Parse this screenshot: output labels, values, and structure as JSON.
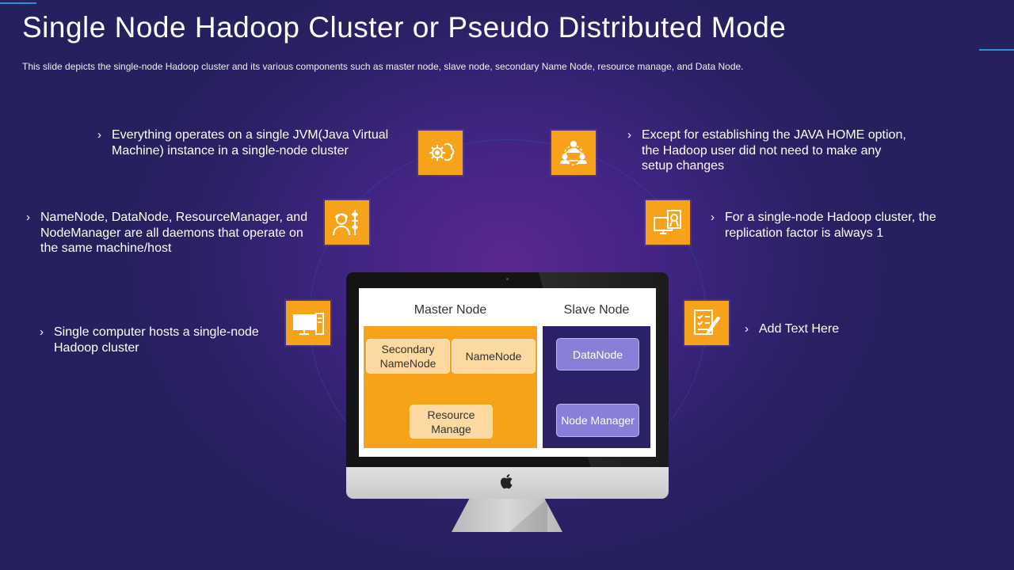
{
  "title": "Single Node Hadoop Cluster or Pseudo Distributed Mode",
  "subtitle": "This slide depicts the single-node  Hadoop cluster and its various  components such as master node, slave node, secondary Name Node, resource manage,  and Data Node.",
  "bullet_char": "›",
  "points": {
    "top_left": "Everything  operates on a single JVM(Java Virtual Machine) instance in a single-node cluster",
    "mid_left": "NameNode, DataNode, ResourceManager,  and NodeManager are all daemons that operate on the same machine/host",
    "bottom_left": "Single computer hosts a single-node Hadoop cluster",
    "top_right": "Except for establishing the JAVA HOME option, the Hadoop user did not need to make any setup changes",
    "mid_right": "For a single-node Hadoop cluster,  the replication factor is always  1",
    "bottom_right": "Add Text Here"
  },
  "icons": {
    "top_left": "gear-brain-icon",
    "top_right": "network-team-icon",
    "mid_left": "worker-settings-icon",
    "mid_right": "certificate-computer-icon",
    "bottom_left": "desktop-computer-icon",
    "bottom_right": "checklist-pen-icon"
  },
  "diagram": {
    "master_label": "Master Node",
    "slave_label": "Slave Node",
    "master_nodes": {
      "secondary_namenode": "Secondary NameNode",
      "namenode": "NameNode",
      "resource_manage": "Resource Manage"
    },
    "slave_nodes": {
      "datanode": "DataNode",
      "node_manager": "Node Manager"
    }
  },
  "colors": {
    "background": "#2b2166",
    "accent_orange": "#f7a21b",
    "accent_blue": "#2e8fd6",
    "node_light_orange": "#fcd9a0",
    "node_purple": "#8a7fd8"
  }
}
